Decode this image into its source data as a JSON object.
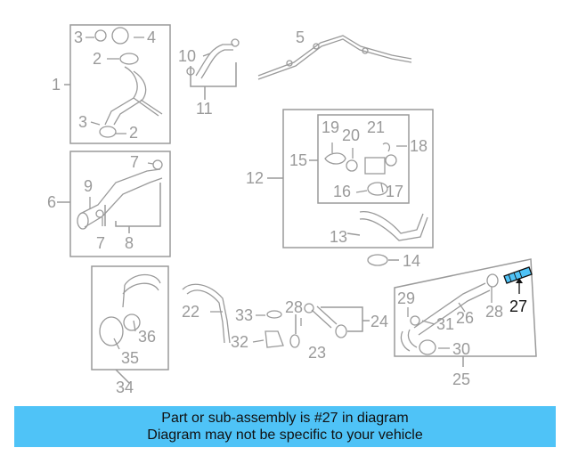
{
  "diagram": {
    "callouts": [
      "1",
      "2",
      "3",
      "4",
      "5",
      "6",
      "7",
      "8",
      "9",
      "10",
      "11",
      "12",
      "13",
      "14",
      "15",
      "16",
      "17",
      "18",
      "19",
      "20",
      "21",
      "22",
      "23",
      "24",
      "25",
      "26",
      "27",
      "28",
      "29",
      "30",
      "31",
      "32",
      "33",
      "34",
      "35",
      "36"
    ],
    "highlighted_part": "27",
    "highlight_color": "#4fc3f7"
  },
  "banner": {
    "line1": "Part or sub-assembly is #27 in diagram",
    "line2": "Diagram may not be specific to your vehicle",
    "background": "#4fc3f7"
  }
}
